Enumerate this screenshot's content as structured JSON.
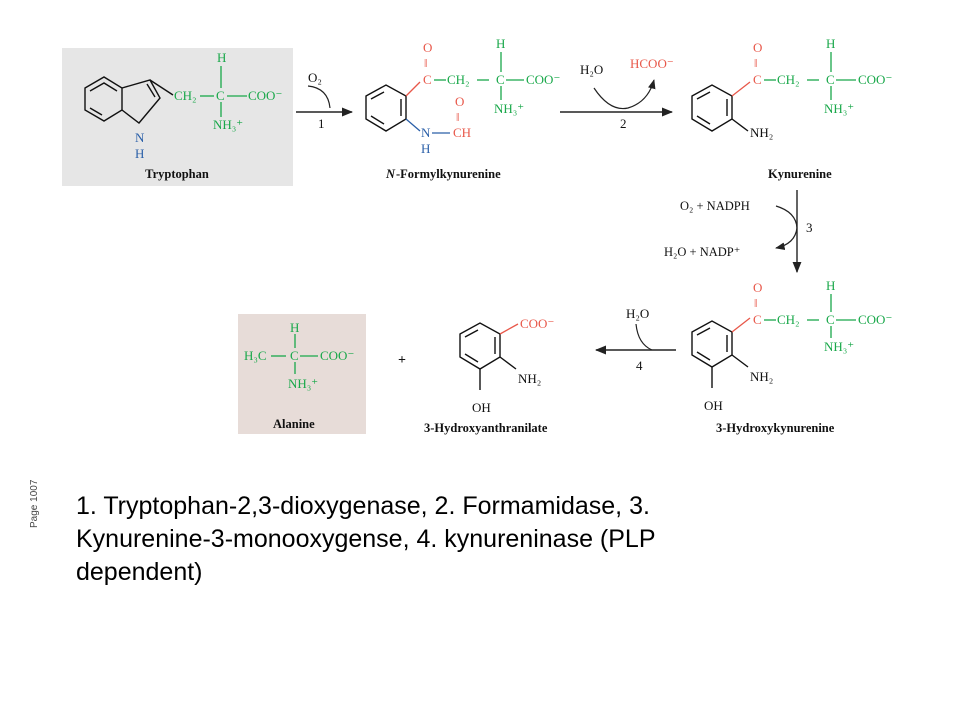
{
  "colors": {
    "black": "#111111",
    "green": "#19a84a",
    "red": "#e8584a",
    "blue": "#2a5fa8",
    "tryp_box": "#e6e6e6",
    "ala_box": "#e7dcd8",
    "arrow": "#222222"
  },
  "atoms": {
    "H": "H",
    "C": "C",
    "N": "N",
    "O": "O",
    "OH": "OH",
    "NH2": "NH₂",
    "NH3": "NH₃⁺",
    "CH2": "CH₂",
    "CH": "CH",
    "COO": "COO⁻",
    "H3C": "H₃C",
    "dbl": "‖"
  },
  "molecules": {
    "tryptophan": "Tryptophan",
    "n_formylkynurenine_prefix": "N",
    "n_formylkynurenine": "-Formylkynurenine",
    "kynurenine": "Kynurenine",
    "hydroxykynurenine": "3-Hydroxykynurenine",
    "hydroxyanthranilate": "3-Hydroxyanthranilate",
    "alanine": "Alanine"
  },
  "reagents": {
    "o2": "O₂",
    "h2o": "H₂O",
    "hcoo": "HCOO⁻",
    "o2_nadph": "O₂ + NADPH",
    "h2o_nadp": "H₂O + NADP⁺",
    "plus": "+"
  },
  "steps": {
    "s1": "1",
    "s2": "2",
    "s3": "3",
    "s4": "4"
  },
  "side_label": "Page 1007",
  "caption": {
    "line1": "1. Tryptophan-2,3-dioxygenase, 2. Formamidase, 3.",
    "line2": "Kynurenine-3-monooxygense, 4. kynureninase (PLP",
    "line3": "dependent)"
  }
}
